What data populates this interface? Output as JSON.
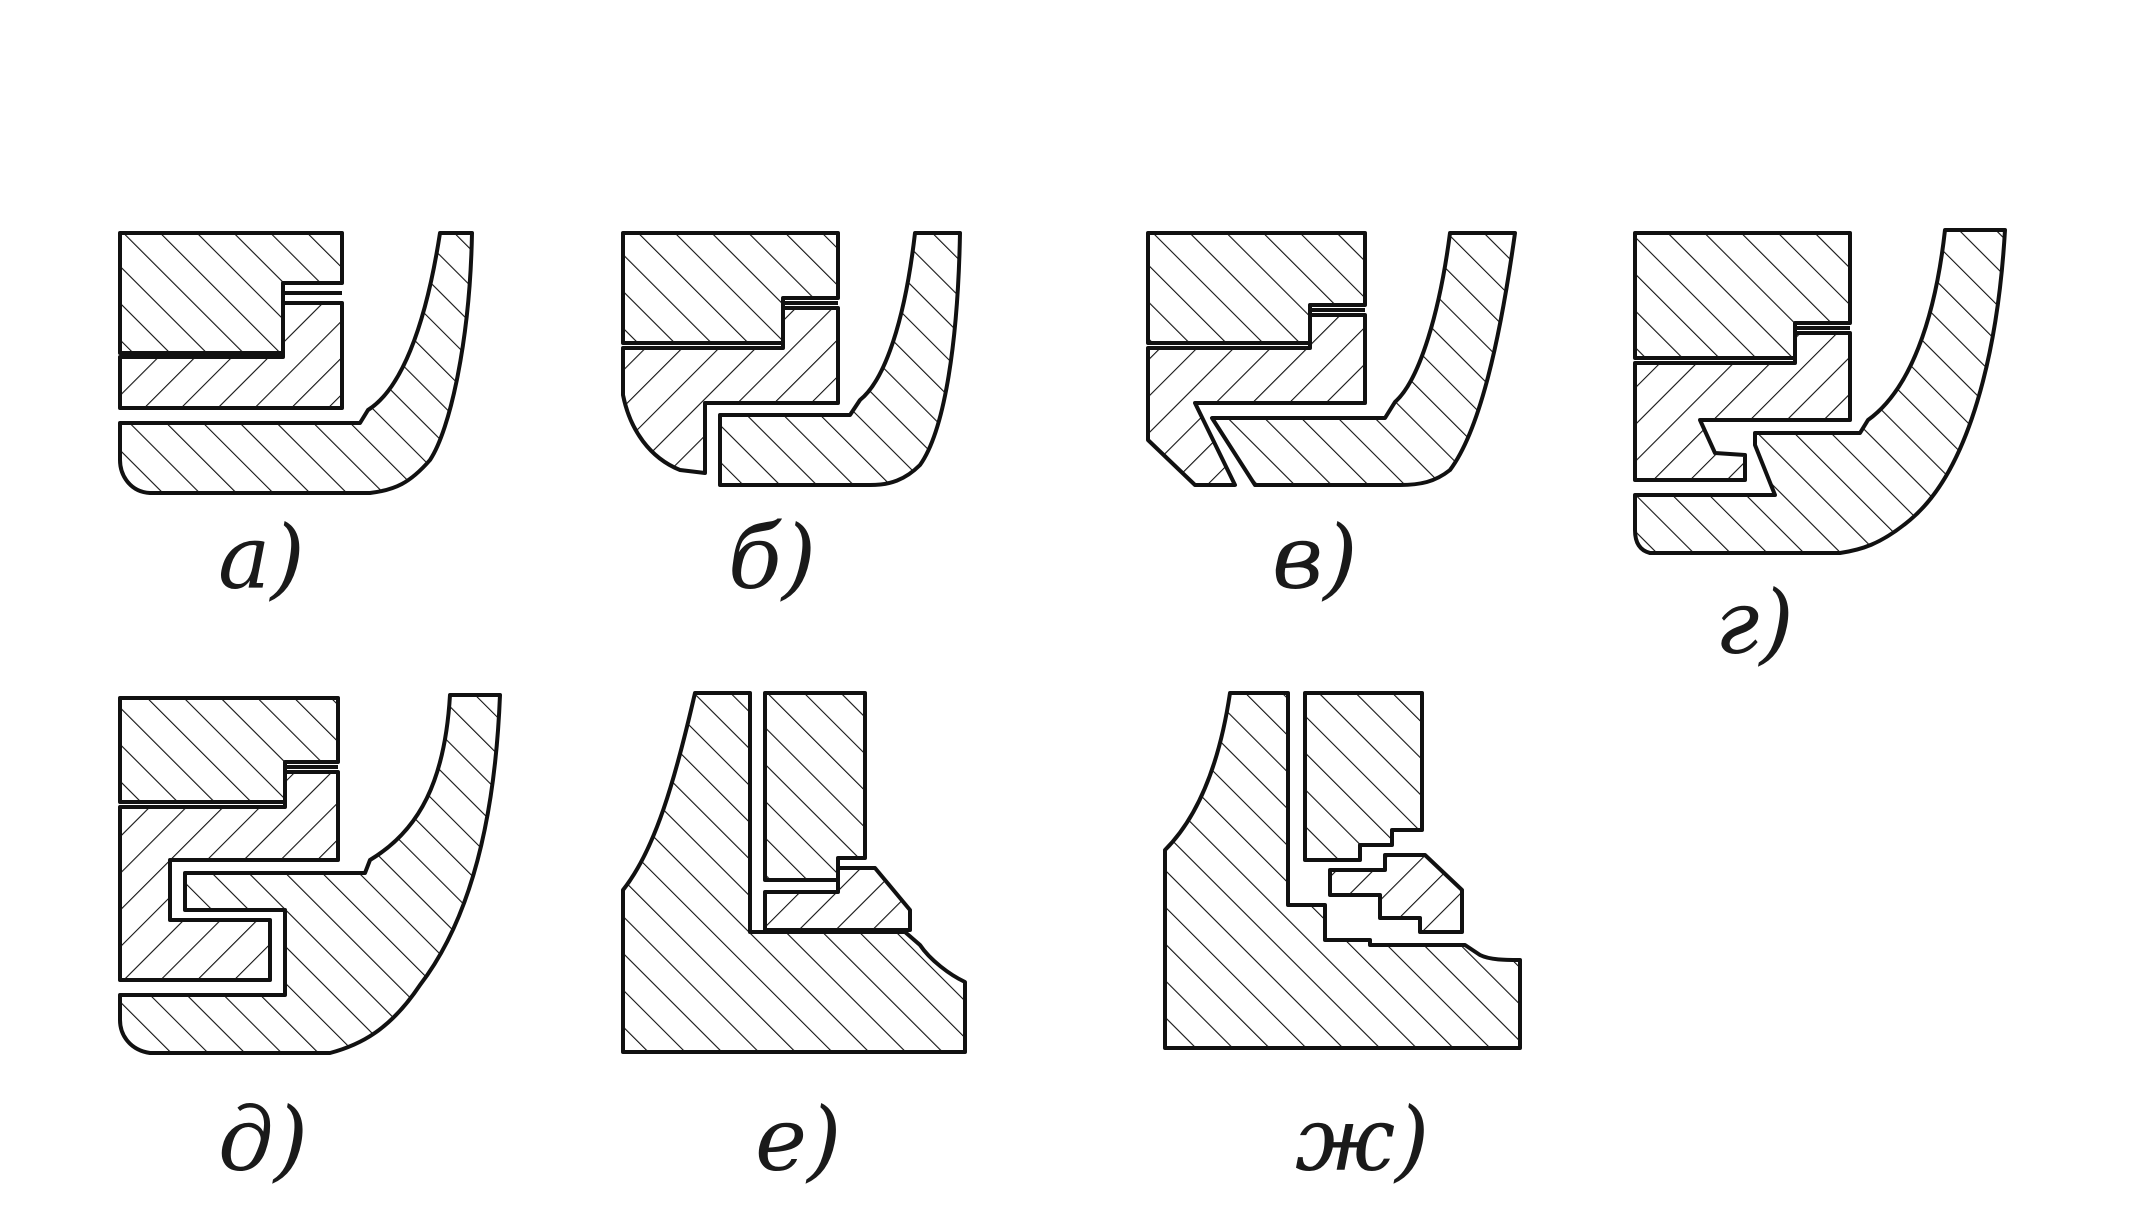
{
  "captions": {
    "a": "а)",
    "b": "б)",
    "v": "в)",
    "g": "г)",
    "d": "д)",
    "e": "е)",
    "zh": "ж)"
  },
  "colors": {
    "ink": "#111111",
    "background": "#ffffff"
  }
}
